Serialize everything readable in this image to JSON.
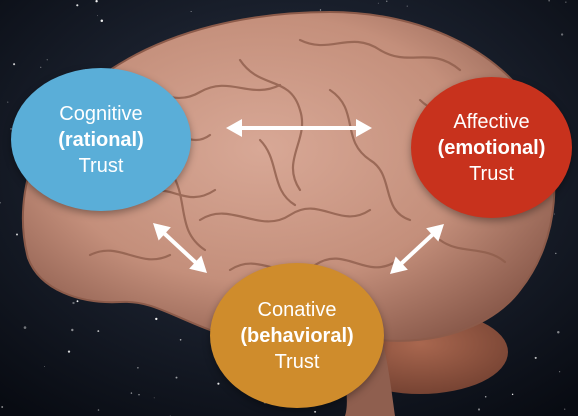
{
  "diagram": {
    "nodes": {
      "cognitive": {
        "lines": [
          "Cognitive",
          "(rational)",
          "Trust"
        ],
        "color": "#5aaed8"
      },
      "affective": {
        "lines": [
          "Affective",
          "(emotional)",
          "Trust"
        ],
        "color": "#c8321d"
      },
      "conative": {
        "lines": [
          "Conative",
          "(behavioral)",
          "Trust"
        ],
        "color": "#cf8c2c"
      }
    },
    "edges": [
      {
        "from": "cognitive",
        "to": "affective",
        "bidirectional": true
      },
      {
        "from": "cognitive",
        "to": "conative",
        "bidirectional": true
      },
      {
        "from": "affective",
        "to": "conative",
        "bidirectional": true
      }
    ],
    "arrow_color": "#ffffff",
    "background": {
      "sky_color": "#0f1520",
      "brain_color": "#c48f7b"
    }
  }
}
